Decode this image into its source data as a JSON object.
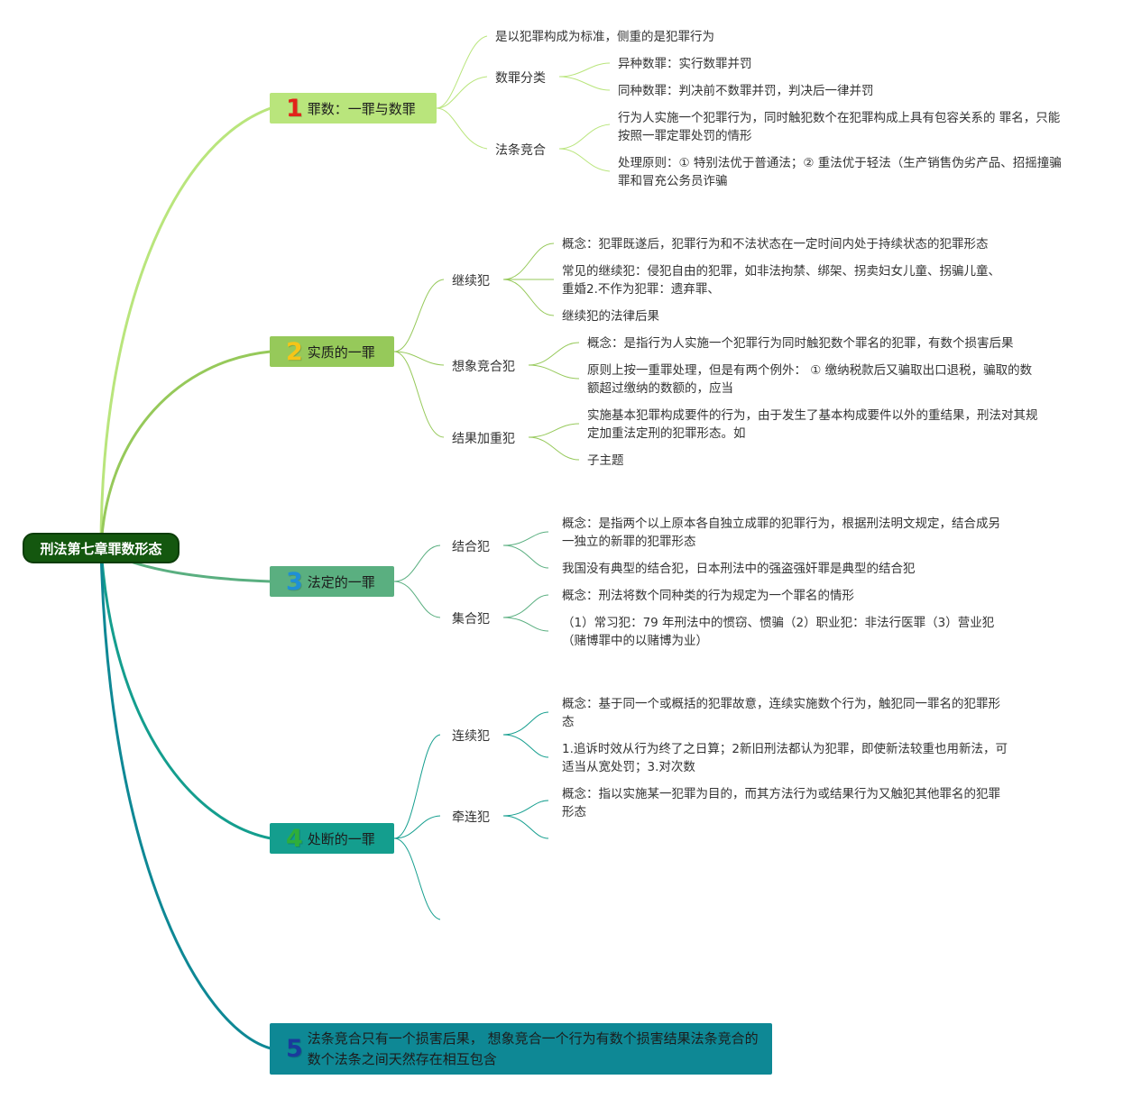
{
  "root": {
    "label": "刑法第七章罪数形态"
  },
  "branches": [
    {
      "num": "1",
      "label": "罪数：一罪与数罪",
      "color": "#b9e57c",
      "num_color": "#e2231a",
      "subs": [
        {
          "label": "",
          "leaves": [
            "是以犯罪构成为标准，侧重的是犯罪行为"
          ]
        },
        {
          "label": "数罪分类",
          "leaves": [
            "异种数罪：实行数罪并罚",
            "同种数罪：判决前不数罪并罚，判决后一律并罚"
          ]
        },
        {
          "label": "法条竞合",
          "leaves": [
            "行为人实施一个犯罪行为，同时触犯数个在犯罪构成上具有包容关系的 罪名，只能按照一罪定罪处罚的情形",
            "处理原则：① 特别法优于普通法；② 重法优于轻法（生产销售伪劣产品、招摇撞骗罪和冒充公务员诈骗"
          ]
        }
      ]
    },
    {
      "num": "2",
      "label": "实质的一罪",
      "color": "#96c95a",
      "num_color": "#f5c518",
      "subs": [
        {
          "label": "继续犯",
          "leaves": [
            "概念：犯罪既遂后，犯罪行为和不法状态在一定时间内处于持续状态的犯罪形态",
            "常见的继续犯：侵犯自由的犯罪，如非法拘禁、绑架、拐卖妇女儿童、拐骗儿童、重婚2.不作为犯罪：遗弃罪、",
            "继续犯的法律后果"
          ]
        },
        {
          "label": "想象竞合犯",
          "leaves": [
            "概念：是指行为人实施一个犯罪行为同时触犯数个罪名的犯罪，有数个损害后果",
            "原则上按一重罪处理，但是有两个例外： ① 缴纳税款后又骗取出口退税，骗取的数额超过缴纳的数额的，应当"
          ]
        },
        {
          "label": "结果加重犯",
          "leaves": [
            "实施基本犯罪构成要件的行为，由于发生了基本构成要件以外的重结果，刑法对其规定加重法定刑的犯罪形态。如",
            "子主题"
          ]
        }
      ]
    },
    {
      "num": "3",
      "label": "法定的一罪",
      "color": "#5aaf80",
      "num_color": "#1f8fd6",
      "subs": [
        {
          "label": "结合犯",
          "leaves": [
            "概念：是指两个以上原本各自独立成罪的犯罪行为，根据刑法明文规定，结合成另一独立的新罪的犯罪形态",
            "我国没有典型的结合犯，日本刑法中的强盗强奸罪是典型的结合犯"
          ]
        },
        {
          "label": "集合犯",
          "leaves": [
            "概念：刑法将数个同种类的行为规定为一个罪名的情形",
            "（1）常习犯：79 年刑法中的惯窃、惯骗（2）职业犯：非法行医罪（3）营业犯（赌博罪中的以赌博为业）"
          ]
        }
      ]
    },
    {
      "num": "4",
      "label": "处断的一罪",
      "color": "#149e8e",
      "num_color": "#2fae3a",
      "subs": [
        {
          "label": "连续犯",
          "leaves": [
            "概念：基于同一个或概括的犯罪故意，连续实施数个行为，触犯同一罪名的犯罪形态",
            "1.追诉时效从行为终了之日算；2新旧刑法都认为犯罪，即使新法较重也用新法，可适当从宽处罚；3.对次数"
          ]
        },
        {
          "label": "牵连犯",
          "leaves": [
            "概念：指以实施某一犯罪为目的，而其方法行为或结果行为又触犯其他罪名的犯罪形态",
            ""
          ]
        }
      ]
    },
    {
      "num": "5",
      "label": "法条竞合只有一个损害后果， 想象竞合一个行为有数个损害结果法条竞合的数个法条之间天然存在相互包含",
      "color": "#0e8895",
      "num_color": "#1a3a9c",
      "subs": []
    }
  ]
}
